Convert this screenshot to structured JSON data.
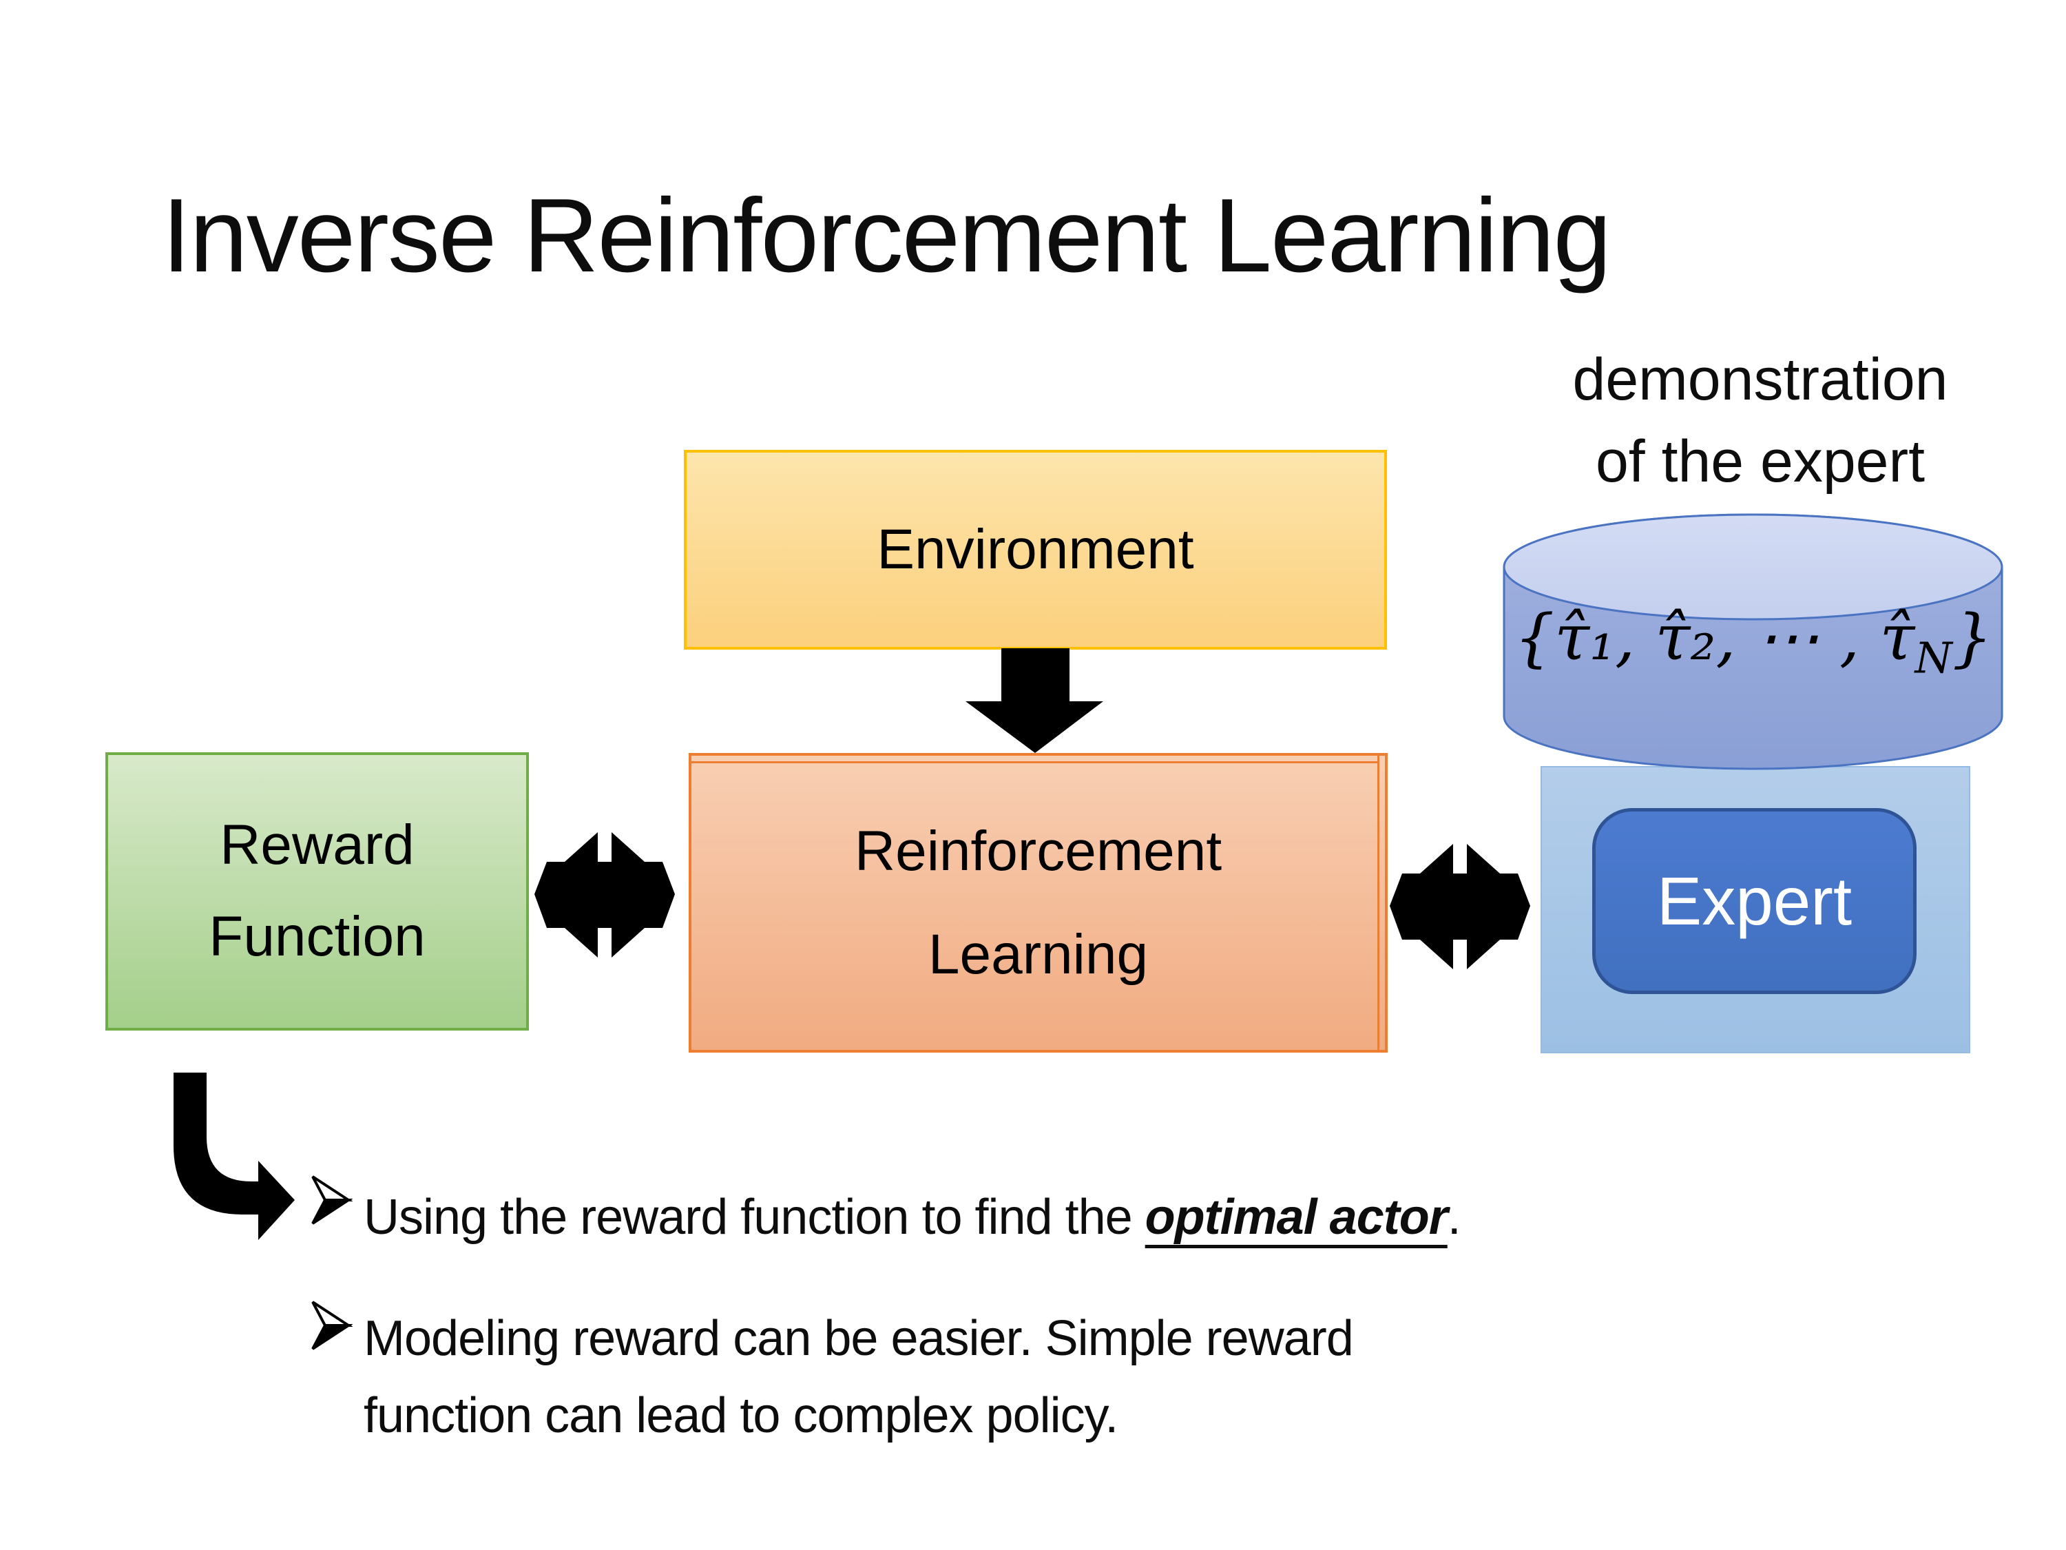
{
  "title": "Inverse Reinforcement Learning",
  "demo_label": {
    "line1": "demonstration",
    "line2": "of the expert"
  },
  "boxes": {
    "environment": "Environment",
    "reward_line1": "Reward",
    "reward_line2": "Function",
    "rl_line1": "Reinforcement",
    "rl_line2": "Learning",
    "expert": "Expert"
  },
  "formula": {
    "prefix": "{τ̂₁, τ̂₂, ⋯ , τ̂",
    "subscript": "N",
    "suffix": "}"
  },
  "bullets": {
    "first": {
      "marker": "➢",
      "pre": "Using the reward function to find the ",
      "emphasis": "optimal actor",
      "post": "."
    },
    "second": {
      "marker": "➢",
      "line1": "Modeling reward can be easier. Simple reward",
      "line2": "function can lead to complex policy."
    }
  },
  "icons": {
    "bullet_marker_glyph": "➢",
    "down_arrow": "solid black down arrow",
    "double_arrow": "black eight-point double arrow connector",
    "bent_arrow": "black elbow arrow pointing right"
  },
  "colors": {
    "environment_fill_top": "#fde5ac",
    "environment_fill_bottom": "#fcd07d",
    "environment_border": "#ffc000",
    "reward_fill_top": "#d8e9ca",
    "reward_fill_bottom": "#a4cf8a",
    "reward_border": "#70ad47",
    "rl_fill_top": "#f8cfb3",
    "rl_fill_bottom": "#f1ab81",
    "rl_border": "#ed7d31",
    "expert_panel_fill": "#a6c6e7",
    "expert_button_fill": "#4472c4",
    "expert_button_border": "#2f5496",
    "cylinder_body_fill": "#93a8d8",
    "cylinder_top_fill": "#ccd6f1",
    "cylinder_stroke": "#4472c4",
    "connector_black": "#000000",
    "text_black": "#0d0d0d",
    "background": "#ffffff"
  }
}
